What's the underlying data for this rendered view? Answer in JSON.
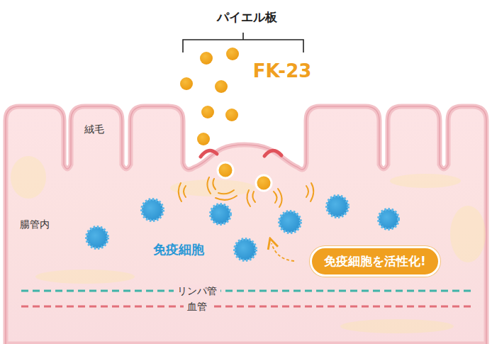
{
  "diagram": {
    "nodes": [
      {
        "text": [
          "免疫細胞を活性化!"
        ]
      }
    ],
    "labels": [
      "パイエル板",
      "FK-23",
      "絨毛",
      "腸管内",
      "免疫細胞",
      "リンパ管",
      "血管"
    ]
  }
}
